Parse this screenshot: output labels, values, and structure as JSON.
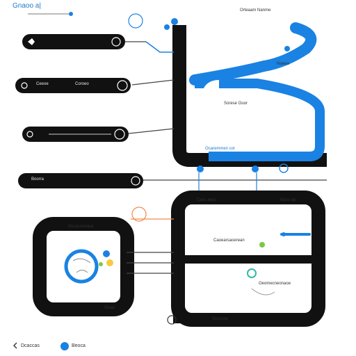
{
  "header": {
    "title": "Gnaoo a|"
  },
  "colors": {
    "accent": "#1a82e2",
    "dark": "#111111",
    "orange": "#f08a4b",
    "green": "#7ac943",
    "teal": "#34b7a7"
  },
  "rows": [
    {
      "left": "",
      "right": ""
    },
    {
      "left": "Ceeoe",
      "right": "Coroeo"
    },
    {
      "left": "",
      "right": ""
    },
    {
      "left": "Boorra",
      "right": ""
    }
  ],
  "blue_panel": {
    "top_note": "Orteaam Nanme",
    "right_note": "Noeea",
    "mid_note": "Sorese Ouor",
    "bottom_label": "Ocaremmen cor"
  },
  "lower_block": {
    "title_left": "Cacs aeco",
    "title_right": "Nocc aic",
    "mid_line": "Caoearsaoerean",
    "note": "Oeomecneonaoe",
    "footer": "Socccoe"
  },
  "left_box": {
    "title": "Occaccooaca",
    "footer": "Ocoa"
  },
  "legend": {
    "back_label": "Dcaccas",
    "dot_label": "Beoca"
  }
}
